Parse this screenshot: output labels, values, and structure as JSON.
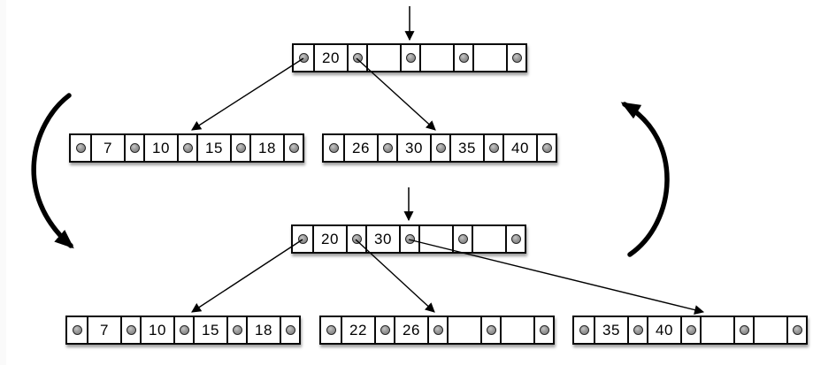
{
  "diagram_title": "",
  "colors": {
    "background": "#ffffff",
    "node_fill": "#ffffff",
    "node_border": "#0a0a0a",
    "pointer_dot": "#8e8e8e",
    "arrow": "#000000",
    "shadow": "rgba(0,0,0,0.38)"
  },
  "icons": {
    "pointer_dot": "filled-circle",
    "insertion_cursor": "down-arrow",
    "edge_arrowhead": "triangle",
    "cycle_left": "curved-arrow-down",
    "cycle_right": "curved-arrow-up"
  },
  "nodes": [
    {
      "name": "state1-root",
      "keys": [
        "20",
        "",
        "",
        ""
      ]
    },
    {
      "name": "state1-child-left",
      "keys": [
        "7",
        "10",
        "15",
        "18"
      ]
    },
    {
      "name": "state1-child-right",
      "keys": [
        "26",
        "30",
        "35",
        "40"
      ]
    },
    {
      "name": "state2-root",
      "keys": [
        "20",
        "30",
        "",
        ""
      ]
    },
    {
      "name": "state2-child-left",
      "keys": [
        "7",
        "10",
        "15",
        "18"
      ]
    },
    {
      "name": "state2-child-middle",
      "keys": [
        "22",
        "26",
        "",
        ""
      ]
    },
    {
      "name": "state2-child-right",
      "keys": [
        "35",
        "40",
        "",
        ""
      ]
    }
  ],
  "edges": [
    {
      "from": "state1-root",
      "pointer": 0,
      "to": "state1-child-left"
    },
    {
      "from": "state1-root",
      "pointer": 1,
      "to": "state1-child-right"
    },
    {
      "from": "state2-root",
      "pointer": 0,
      "to": "state2-child-left"
    },
    {
      "from": "state2-root",
      "pointer": 1,
      "to": "state2-child-middle"
    },
    {
      "from": "state2-root",
      "pointer": 2,
      "to": "state2-child-right"
    }
  ],
  "cursors": [
    {
      "over": "state1-root"
    },
    {
      "over": "state2-root"
    }
  ],
  "cycle_arrows": [
    {
      "id": "cycle-left",
      "direction": "down"
    },
    {
      "id": "cycle-right",
      "direction": "up"
    }
  ]
}
